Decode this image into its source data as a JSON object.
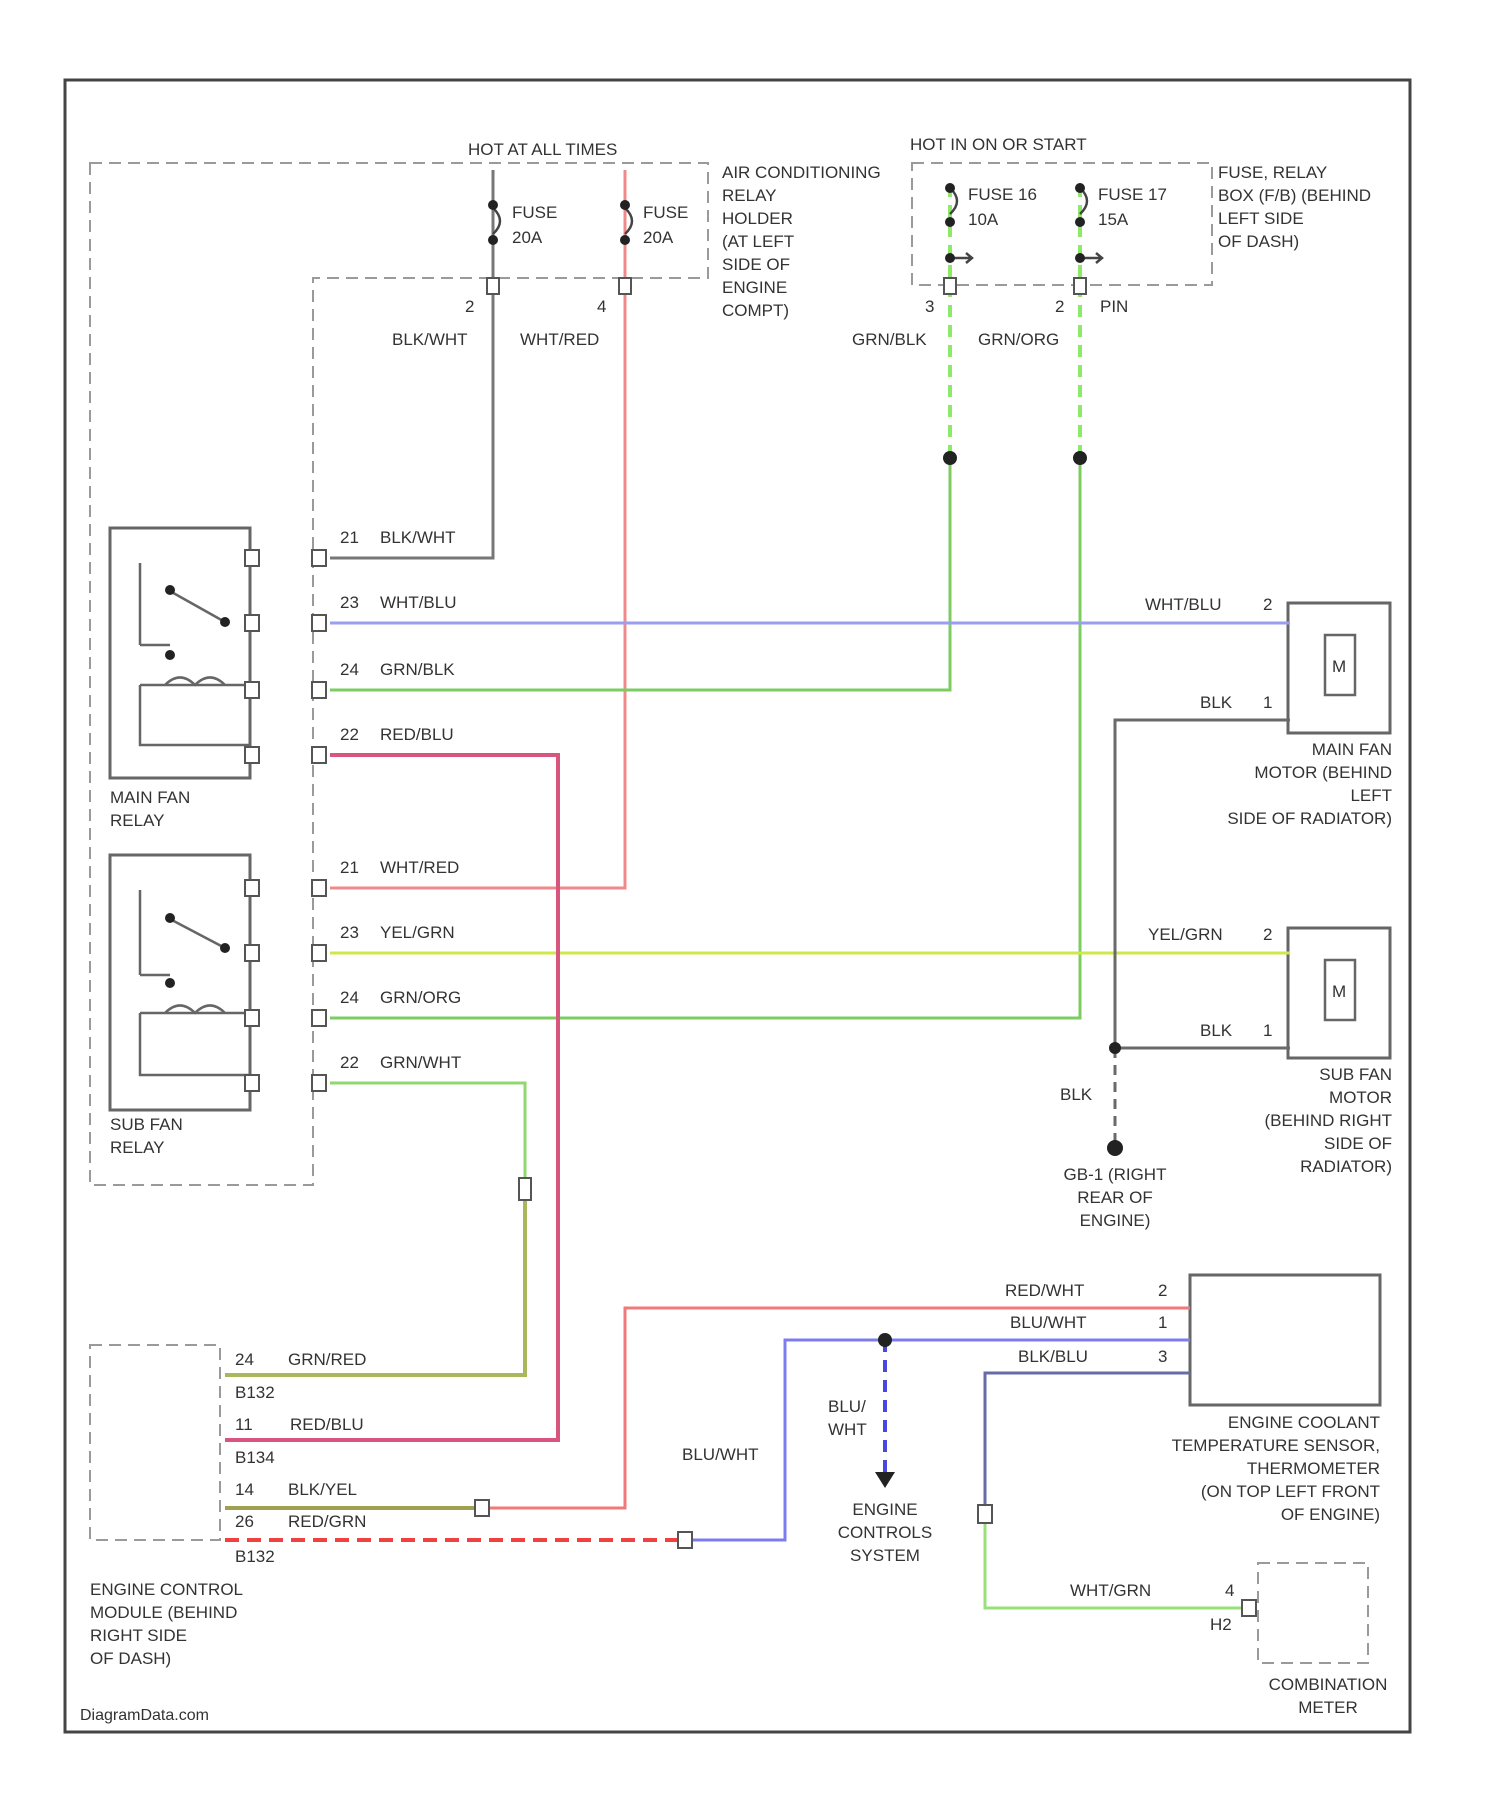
{
  "power": {
    "hot_at_all_times": "HOT AT ALL TIMES",
    "hot_in_on_or_start": "HOT IN ON OR START"
  },
  "fuses": {
    "fuse_a": {
      "name": "FUSE",
      "rating": "20A"
    },
    "fuse_b": {
      "name": "FUSE",
      "rating": "20A"
    },
    "fuse_16": {
      "name": "FUSE 16",
      "rating": "10A"
    },
    "fuse_17": {
      "name": "FUSE 17",
      "rating": "15A"
    }
  },
  "components": {
    "ac_relay_holder": [
      "AIR CONDITIONING",
      "RELAY",
      "HOLDER",
      "(AT LEFT",
      "SIDE OF",
      "ENGINE",
      "COMPT)"
    ],
    "fuse_relay_box": [
      "FUSE, RELAY",
      "BOX (F/B) (BEHIND",
      "LEFT SIDE",
      "OF DASH)"
    ],
    "main_fan_relay": [
      "MAIN FAN",
      "RELAY"
    ],
    "sub_fan_relay": [
      "SUB FAN",
      "RELAY"
    ],
    "main_fan_motor": [
      "MAIN FAN",
      "MOTOR (BEHIND",
      "LEFT",
      "SIDE OF RADIATOR)"
    ],
    "sub_fan_motor": [
      "SUB FAN",
      "MOTOR",
      "(BEHIND RIGHT",
      "SIDE OF",
      "RADIATOR)"
    ],
    "ground_gb1": [
      "GB-1 (RIGHT",
      "REAR OF",
      "ENGINE)"
    ],
    "ecm": [
      "ENGINE CONTROL",
      "MODULE (BEHIND",
      "RIGHT SIDE",
      "OF DASH)"
    ],
    "coolant_sensor": [
      "ENGINE COOLANT",
      "TEMPERATURE SENSOR,",
      "THERMOMETER",
      "(ON TOP LEFT FRONT",
      "OF ENGINE)"
    ],
    "engine_controls": [
      "ENGINE",
      "CONTROLS",
      "SYSTEM"
    ],
    "combination_meter": [
      "COMBINATION",
      "METER"
    ],
    "motor_symbol": "M"
  },
  "pins": {
    "relay_holder_2": "2",
    "relay_holder_4": "4",
    "fb_3": "3",
    "fb_2": "2",
    "fb_pin": "PIN"
  },
  "wires": {
    "blk_wht": "BLK/WHT",
    "wht_red": "WHT/RED",
    "grn_blk": "GRN/BLK",
    "grn_org": "GRN/ORG",
    "main_relay_21": {
      "pin": "21",
      "color": "BLK/WHT"
    },
    "main_relay_23": {
      "pin": "23",
      "color": "WHT/BLU"
    },
    "main_relay_24": {
      "pin": "24",
      "color": "GRN/BLK"
    },
    "main_relay_22": {
      "pin": "22",
      "color": "RED/BLU"
    },
    "sub_relay_21": {
      "pin": "21",
      "color": "WHT/RED"
    },
    "sub_relay_23": {
      "pin": "23",
      "color": "YEL/GRN"
    },
    "sub_relay_24": {
      "pin": "24",
      "color": "GRN/ORG"
    },
    "sub_relay_22": {
      "pin": "22",
      "color": "GRN/WHT"
    },
    "main_motor_2": {
      "pin": "2",
      "color": "WHT/BLU"
    },
    "main_motor_1": {
      "pin": "1",
      "color": "BLK"
    },
    "sub_motor_2": {
      "pin": "2",
      "color": "YEL/GRN"
    },
    "sub_motor_1": {
      "pin": "1",
      "color": "BLK"
    },
    "ground_blk": "BLK",
    "sensor_2": {
      "pin": "2",
      "color": "RED/WHT"
    },
    "sensor_1": {
      "pin": "1",
      "color": "BLU/WHT"
    },
    "sensor_3": {
      "pin": "3",
      "color": "BLK/BLU"
    },
    "blu_wht_branch": [
      "BLU/",
      "WHT"
    ],
    "blu_wht_lower": "BLU/WHT",
    "ecm_24": {
      "pin": "24",
      "color": "GRN/RED",
      "conn": "B132"
    },
    "ecm_11": {
      "pin": "11",
      "color": "RED/BLU",
      "conn": "B134"
    },
    "ecm_14": {
      "pin": "14",
      "color": "BLK/YEL"
    },
    "ecm_26": {
      "pin": "26",
      "color": "RED/GRN",
      "conn": "B132"
    },
    "meter_wire": {
      "pin": "4",
      "color": "WHT/GRN",
      "conn": "H2"
    }
  },
  "footer": {
    "watermark": "DiagramData.com"
  },
  "colors": {
    "wht_red": "#f08a8a",
    "wht_blu": "#9a9ef0",
    "grn": "#7ccc62",
    "green_dash": "#8ee86a",
    "red_blu": "#d8557e",
    "yel_grn": "#cde84a",
    "grn_wht": "#8fd870",
    "blk": "#6a6a6a",
    "red_wht": "#f07a7a",
    "blu_wht": "#7c7cf0",
    "blk_blu": "#6a6aa8",
    "grn_red": "#a8b85a",
    "blk_yel": "#a0a050",
    "red_grn": "#f04040",
    "wht_grn": "#9ae07a"
  }
}
